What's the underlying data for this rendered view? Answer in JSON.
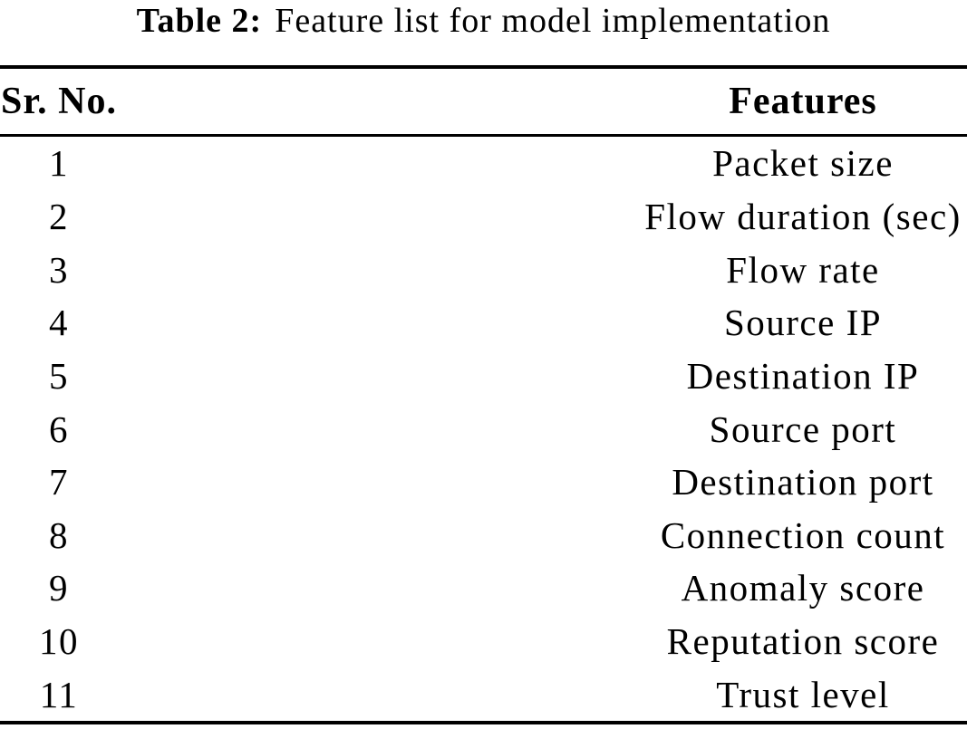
{
  "caption": {
    "label": "Table 2:",
    "text": "Feature list for model implementation"
  },
  "table": {
    "columns": [
      "Sr. No.",
      "Features"
    ],
    "rows": [
      {
        "sr_no": "1",
        "feature": "Packet size"
      },
      {
        "sr_no": "2",
        "feature": "Flow duration (sec)"
      },
      {
        "sr_no": "3",
        "feature": "Flow rate"
      },
      {
        "sr_no": "4",
        "feature": "Source IP"
      },
      {
        "sr_no": "5",
        "feature": "Destination IP"
      },
      {
        "sr_no": "6",
        "feature": "Source port"
      },
      {
        "sr_no": "7",
        "feature": "Destination port"
      },
      {
        "sr_no": "8",
        "feature": "Connection count"
      },
      {
        "sr_no": "9",
        "feature": "Anomaly score"
      },
      {
        "sr_no": "10",
        "feature": "Reputation score"
      },
      {
        "sr_no": "11",
        "feature": "Trust level"
      }
    ]
  },
  "colors": {
    "background": "#ffffff",
    "text": "#000000",
    "rule": "#000000"
  }
}
